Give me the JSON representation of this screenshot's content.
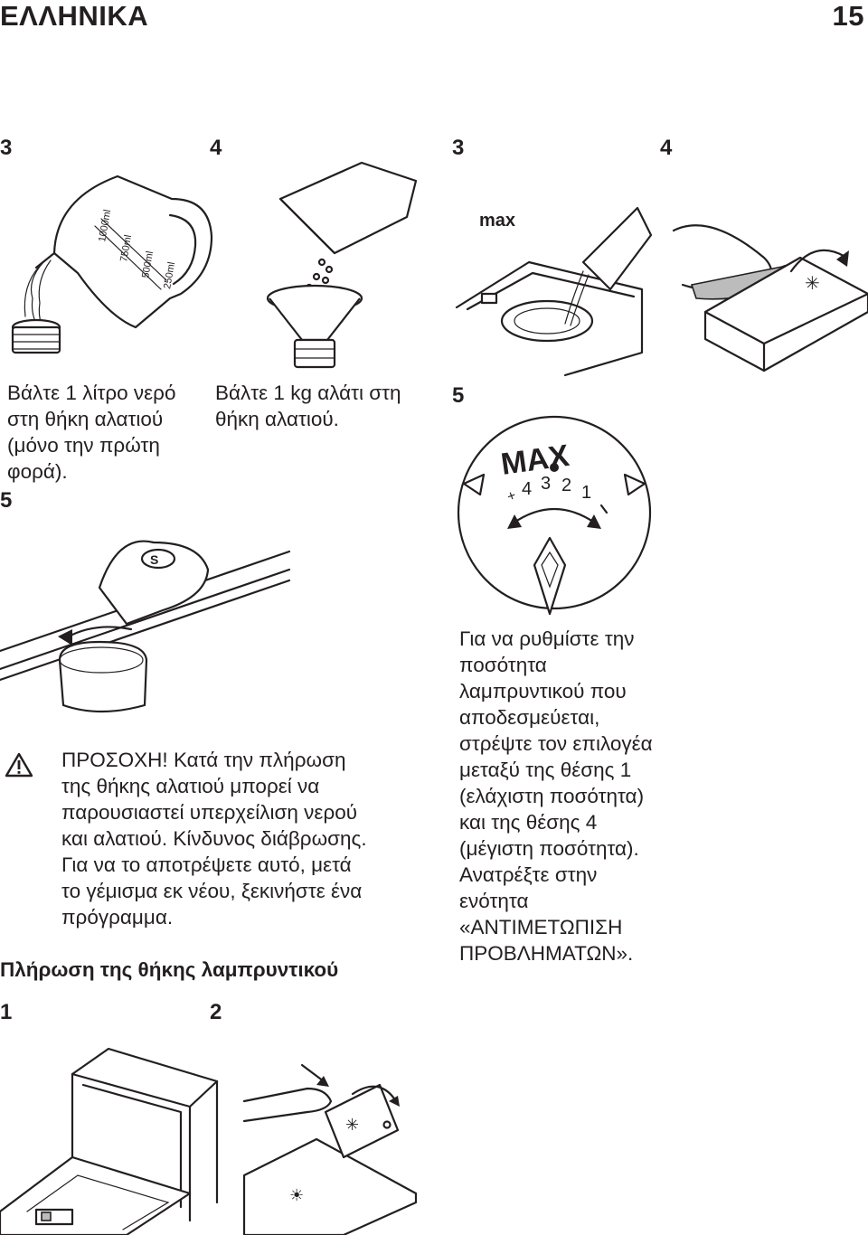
{
  "header": {
    "language": "ΕΛΛΗΝΙΚΑ",
    "page_number": "15"
  },
  "salt_section": {
    "step3_number": "3",
    "step4_number": "4",
    "step3_text": "Βάλτε 1 λίτρο νερό στη θήκη αλατιού (μόνο την πρώτη φορά).",
    "step4_text": "Βάλτε 1 kg αλάτι στη θήκη αλατιού.",
    "step5_number": "5",
    "jug_marks": [
      "1000ml",
      "750ml",
      "500ml",
      "250ml"
    ]
  },
  "rinse_section": {
    "step3_number": "3",
    "step4_number": "4",
    "step5_number": "5",
    "max_label": "max",
    "dial_label": "MAX",
    "dial_scale": [
      "4",
      "3",
      "2",
      "1"
    ],
    "text": "Για να ρυθμίστε την ποσότητα λαμπρυντικού που αποδεσμεύεται, στρέψτε τον επιλογέα μεταξύ της θέσης 1 (ελάχιστη ποσότητα) και της θέσης 4 (μέγιστη ποσότητα). Ανατρέξτε στην ενότητα «ΑΝΤΙΜΕΤΩΠΙΣΗ ΠΡΟΒΛΗΜΑΤΩΝ»."
  },
  "warning": {
    "icon": "warning-triangle-icon",
    "label": "ΠΡΟΣΟΧΗ!",
    "text": " Κατά την πλήρωση της θήκης αλατιού μπορεί να παρουσιαστεί υπερχείλιση νερού και αλατιού. Κίνδυνος διάβρωσης. Για να το αποτρέψετε αυτό, μετά το γέμισμα εκ νέου, ξεκινήστε ένα πρόγραμμα."
  },
  "fill_section": {
    "title": "Πλήρωση της θήκης λαμπρυντικού",
    "step1_number": "1",
    "step2_number": "2"
  }
}
